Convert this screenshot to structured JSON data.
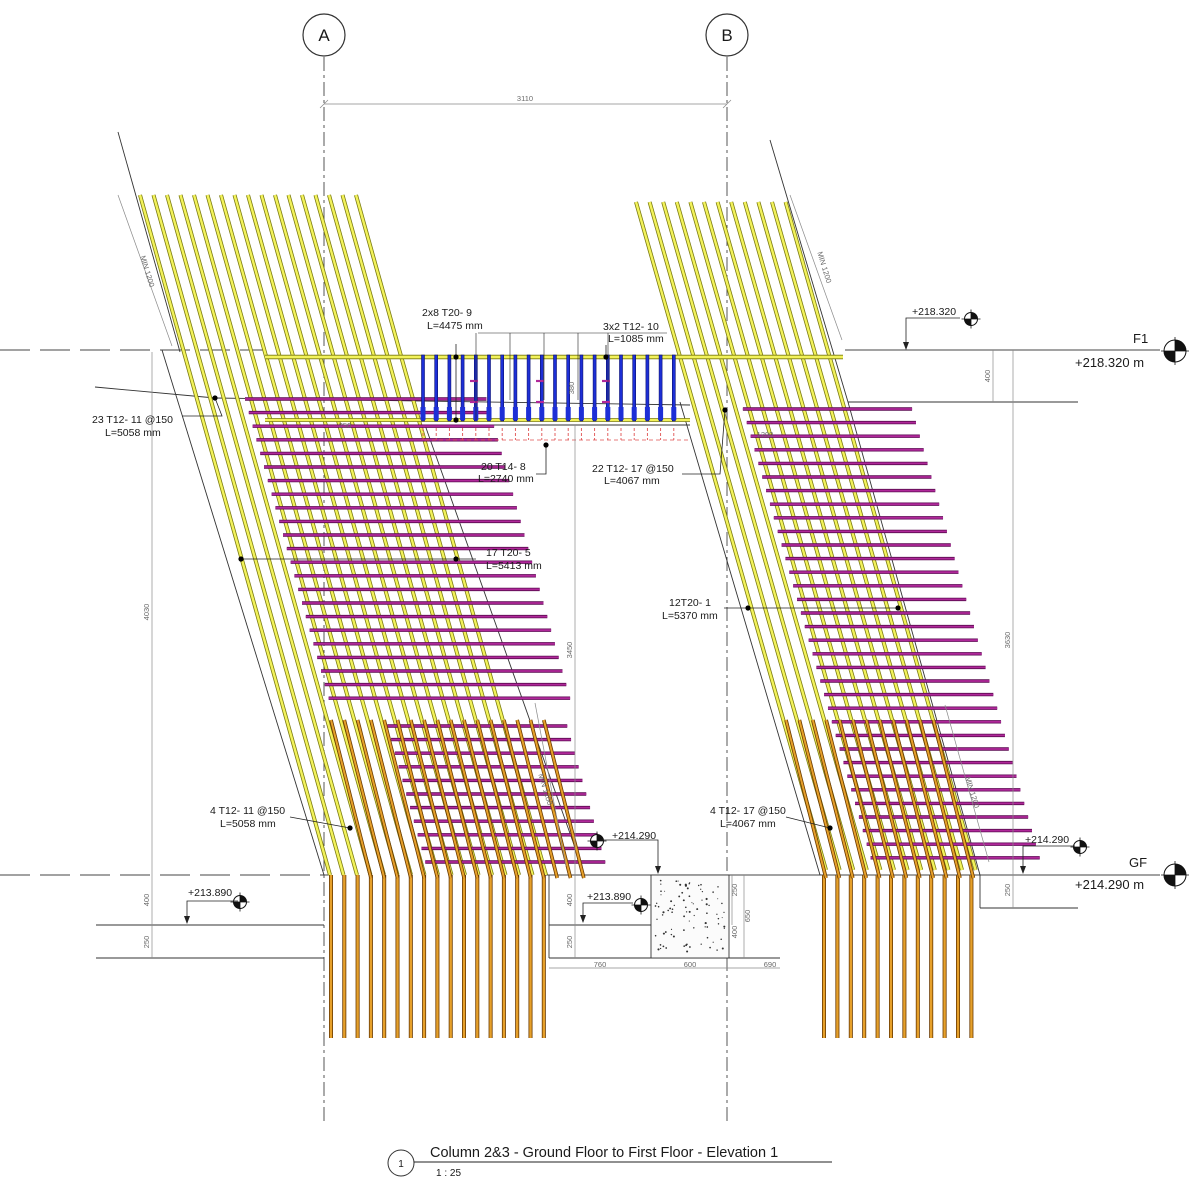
{
  "grid": {
    "a": "A",
    "b": "B"
  },
  "dims": {
    "grid_spacing": "3110",
    "min_left_top": "MIN 1200",
    "min_right_top": "MIN 1200",
    "min_left_bottom": "MIN 1200",
    "min_right_bottom": "MIN 1200",
    "left_height": "4030",
    "middle_height": "3450",
    "right_height": "3630",
    "right_top_400": "400",
    "left_bottom_400": "400",
    "left_bottom_250": "250",
    "mid_400": "400",
    "mid_250": "250",
    "beam_depth": "380",
    "beam_dim_left": "250",
    "beam_dim_right": "1200",
    "footing_250": "250",
    "footing_650": "650",
    "footing_400": "400",
    "footing_760": "760",
    "footing_600": "600",
    "footing_690": "690",
    "right_bottom_250": "250"
  },
  "labels": {
    "top_bars_count": "2x8 T20- 9",
    "top_bars_len": "L=4475 mm",
    "links_count": "3x2 T12- 10",
    "links_len": "L=1085 mm",
    "left_ties_count": "23 T12- 11 @150",
    "left_ties_len": "L=5058 mm",
    "bottom_bars_count": "20 T14- 8",
    "bottom_bars_len": "L=2740 mm",
    "right_ties_count": "22 T12- 17 @150",
    "right_ties_len": "L=4067 mm",
    "left_main_count": "17 T20- 5",
    "left_main_len": "L=5413 mm",
    "right_main_count": "12T20- 1",
    "right_main_len": "L=5370 mm",
    "left_lap_count": "4 T12- 11 @150",
    "left_lap_len": "L=5058 mm",
    "right_lap_count": "4 T12- 17 @150",
    "right_lap_len": "L=4067 mm"
  },
  "levels": {
    "f1_tag": "+218.320",
    "f1_name": "F1",
    "f1_value": "+218.320 m",
    "gf_name": "GF",
    "gf_value": "+214.290 m",
    "gf_tag_mid": "+214.290",
    "gf_tag_right": "+214.290",
    "found_tag_left": "+213.890",
    "found_tag_mid": "+213.890"
  },
  "title": {
    "number": "1",
    "name": "Column 2&3 - Ground Floor to First Floor - Elevation 1",
    "scale": "1 : 25"
  },
  "colors": {
    "main_bar": "#f2f25a",
    "main_bar_edge": "#7a7a10",
    "tie": "#b0289a",
    "tie_edge": "#5a0a50",
    "starter": "#e6a02a",
    "starter_edge": "#6a3a00",
    "beam_link": "#1d2fd6",
    "beam_bottom_bar": "#e05050"
  }
}
